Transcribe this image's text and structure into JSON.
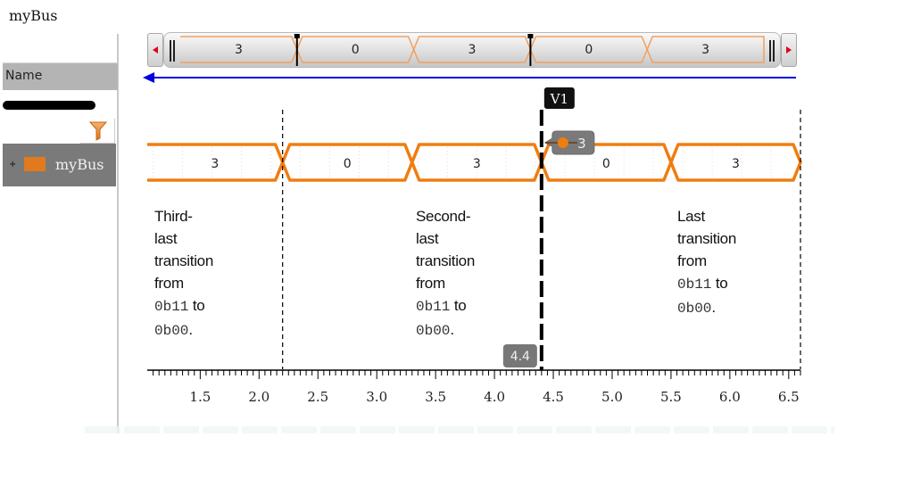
{
  "window": {
    "title": "myBus"
  },
  "sidebar": {
    "column_header": "Name",
    "filter_icon": "funnel-icon",
    "signals": [
      {
        "name": "myBus",
        "color": "#e07a1c",
        "expander": "+"
      }
    ]
  },
  "overview": {
    "left_button_icon": "scroll-left-icon",
    "right_button_icon": "scroll-right-icon",
    "segments": [
      "3",
      "0",
      "3",
      "0",
      "3"
    ],
    "marker_positions": [
      1,
      3
    ]
  },
  "navigation_arrow": {
    "direction": "left",
    "color": "#0000e0"
  },
  "waveform": {
    "signal": "myBus",
    "color": "#f07d10",
    "segments": [
      {
        "value": "3",
        "start": 1.0,
        "end": 2.2
      },
      {
        "value": "0",
        "start": 2.2,
        "end": 3.3
      },
      {
        "value": "3",
        "start": 3.3,
        "end": 4.4
      },
      {
        "value": "0",
        "start": 4.4,
        "end": 5.5
      },
      {
        "value": "3",
        "start": 5.5,
        "end": 6.6
      }
    ],
    "cursor": {
      "label": "V1",
      "time": 4.4,
      "time_label": "4.4",
      "value_readout": "3"
    },
    "markers": [
      2.2,
      6.6
    ]
  },
  "annotations": [
    {
      "lines": [
        [
          "Third-last"
        ],
        [
          "transition from"
        ],
        [
          {
            "code": "0b11"
          },
          " to"
        ],
        [
          {
            "code": "0b00"
          },
          "."
        ]
      ]
    },
    {
      "lines": [
        [
          "Second-last"
        ],
        [
          "transition from"
        ],
        [
          {
            "code": "0b11"
          },
          " to"
        ],
        [
          {
            "code": "0b00"
          },
          "."
        ]
      ]
    },
    {
      "lines": [
        [
          "Last transition"
        ],
        [
          "from ",
          {
            "code": "0b11"
          },
          " to"
        ],
        [
          {
            "code": "0b00"
          },
          "."
        ]
      ]
    }
  ],
  "time_axis": {
    "range": [
      1.05,
      6.6
    ],
    "ticks": [
      "1.5",
      "2.0",
      "2.5",
      "3.0",
      "3.5",
      "4.0",
      "4.5",
      "5.0",
      "5.5",
      "6.0",
      "6.5"
    ],
    "tick_values": [
      1.5,
      2.0,
      2.5,
      3.0,
      3.5,
      4.0,
      4.5,
      5.0,
      5.5,
      6.0,
      6.5
    ]
  }
}
